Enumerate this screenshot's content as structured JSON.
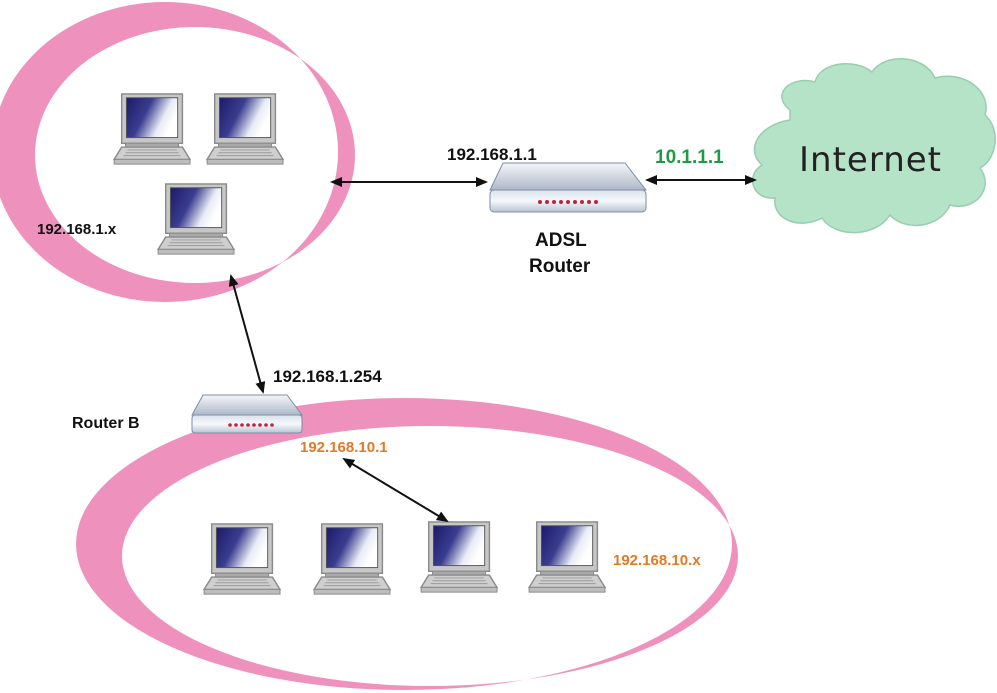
{
  "colors": {
    "ring": "#ee92bd",
    "cloud": "#b5e3c8",
    "cloud_stroke": "#97cdb0",
    "router_led": "#c0243c",
    "wan_label": "#1f9a46",
    "lan_b_label": "#e27a23",
    "default_label": "#111111",
    "arrow": "#111111"
  },
  "labels": {
    "router_a_lan_ip": "192.168.1.1",
    "router_a_wan_ip": "10.1.1.1",
    "internet": "Internet",
    "router_a_name_line1": "ADSL",
    "router_a_name_line2": "Router",
    "lan_a_subnet": "192.168.1.x",
    "router_b_wan_ip": "192.168.1.254",
    "router_b_name": "Router B",
    "router_b_lan_ip": "192.168.10.1",
    "lan_b_subnet": "192.168.10.x"
  },
  "icons": {
    "computer": "laptop-computer-icon",
    "router": "router-icon",
    "cloud": "internet-cloud-icon"
  }
}
